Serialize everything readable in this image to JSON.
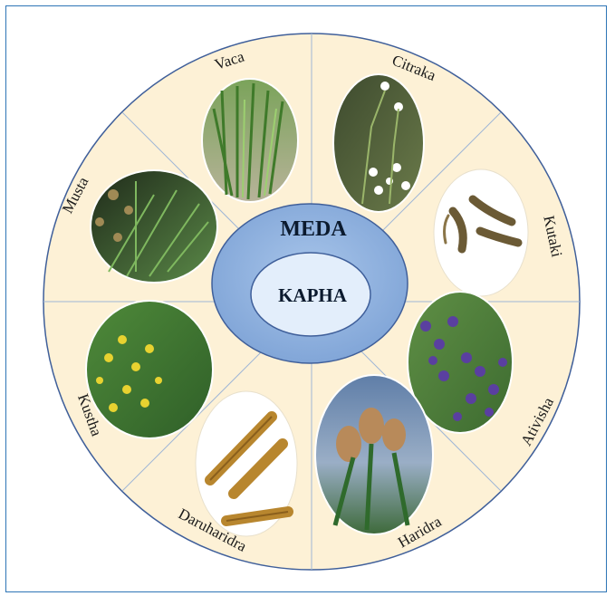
{
  "diagram": {
    "outer_label": "MEDA",
    "inner_label": "KAPHA",
    "herbs": [
      {
        "name": "Vaca",
        "depicts": "green grass-like leaves"
      },
      {
        "name": "Citraka",
        "depicts": "white star flowers"
      },
      {
        "name": "Kutaki",
        "depicts": "dried brown roots"
      },
      {
        "name": "Ativisha",
        "depicts": "purple flower spikes"
      },
      {
        "name": "Haridra",
        "depicts": "rhizomes with leaves"
      },
      {
        "name": "Daruharidra",
        "depicts": "yellow bark pieces"
      },
      {
        "name": "Kustha",
        "depicts": "yellow flowering plant"
      },
      {
        "name": "Musta",
        "depicts": "sedge grass with seed heads"
      }
    ],
    "colors": {
      "wheel_fill": "#fdf1d6",
      "wheel_stroke": "#3f5f9a",
      "hub_outer": "#8fb2de",
      "hub_inner": "#e3eefb",
      "frame_border": "#2e75b6"
    }
  }
}
